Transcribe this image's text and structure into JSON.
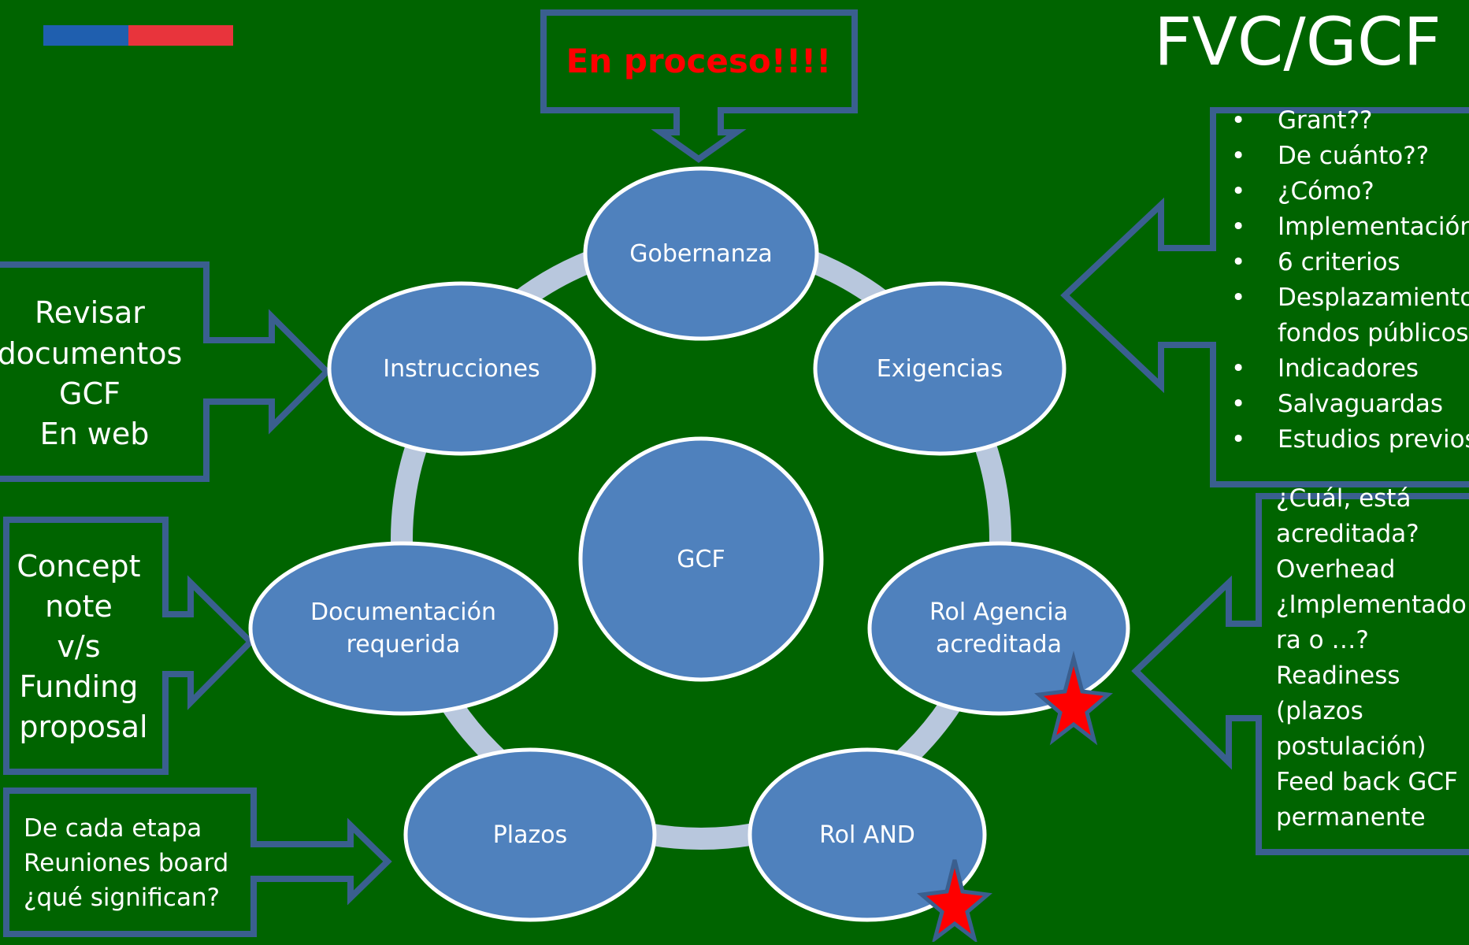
{
  "title": "FVC/GCF",
  "callout_top": "En proceso!!!!",
  "center": "GCF",
  "nodes": {
    "gobernanza": "Gobernanza",
    "exigencias": "Exigencias",
    "rol_agencia_1": "Rol Agencia",
    "rol_agencia_2": "acreditada",
    "rol_and": "Rol AND",
    "plazos": "Plazos",
    "documentacion_1": "Documentación",
    "documentacion_2": "requerida",
    "instrucciones": "Instrucciones"
  },
  "left_boxes": {
    "revisar": [
      "Revisar",
      "documentos",
      "GCF",
      "En web"
    ],
    "concept": [
      "Concept",
      "note",
      "v/s",
      "Funding",
      "proposal"
    ],
    "etapa": [
      "De cada etapa",
      "Reuniones board",
      "¿qué significan?"
    ]
  },
  "right_top_list": [
    "Grant??",
    "De cuánto??",
    "¿Cómo?",
    "Implementación",
    "6 criterios",
    "Desplazamiento de",
    "fondos públicos",
    "Indicadores",
    "Salvaguardas",
    "Estudios previos"
  ],
  "right_bottom_lines": [
    "¿Cuál, está",
    "acreditada?",
    "Overhead",
    "¿Implementado",
    "ra o …?",
    "Readiness",
    "(plazos",
    "postulación)",
    "Feed back GCF",
    "permanente"
  ],
  "colors": {
    "background": "#006400",
    "node_fill": "#4F81BD",
    "node_stroke": "#FFFFFF",
    "ring": "#B8C7DD",
    "callout_stroke": "#3A5F8F",
    "alert_text": "#FF0000",
    "star": "#FF0000",
    "flag_blue": "#1F5FAF",
    "flag_red": "#E8343C"
  }
}
